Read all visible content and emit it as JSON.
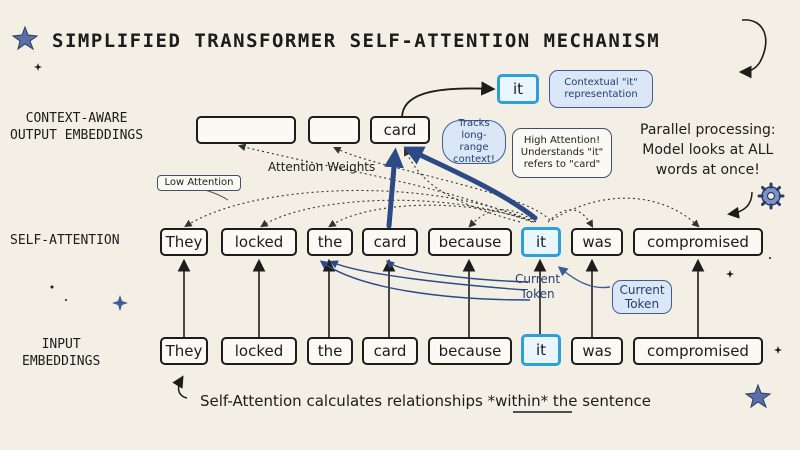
{
  "title": "SIMPLIFIED TRANSFORMER SELF-ATTENTION MECHANISM",
  "labels": {
    "output_line1": "CONTEXT-AWARE",
    "output_line2": "OUTPUT EMBEDDINGS",
    "self_attention": "SELF-ATTENTION",
    "input_line1": "INPUT",
    "input_line2": "EMBEDDINGS"
  },
  "tokens": [
    "They",
    "locked",
    "the",
    "card",
    "because",
    "it",
    "was",
    "compromised"
  ],
  "output_boxes": {
    "card": "card",
    "it": "it"
  },
  "annotations": {
    "contextual_it": [
      "Contextual \"it\"",
      "representation"
    ],
    "tracks": [
      "Tracks",
      "long-range",
      "context!"
    ],
    "high_attention": [
      "High Attention!",
      "Understands \"it\"",
      "refers to \"card\""
    ],
    "parallel": [
      "Parallel processing:",
      "Model looks at ALL",
      "words at once!"
    ],
    "attention_weights": "Attention Weights",
    "low_attention": "Low Attention",
    "current_token_1": [
      "Current",
      "Token"
    ],
    "current_token_2": [
      "Current",
      "Token"
    ]
  },
  "footer": {
    "before": "Self-Attention calculates relationships ",
    "emph": "*within*",
    "after": " the sentence"
  },
  "colors": {
    "background": "#f3efe4",
    "ink": "#1c1c1c",
    "highlight": "#2f9fd8",
    "attention_arrow": "#2c4a86",
    "note_blue": "#dbe6f6"
  }
}
